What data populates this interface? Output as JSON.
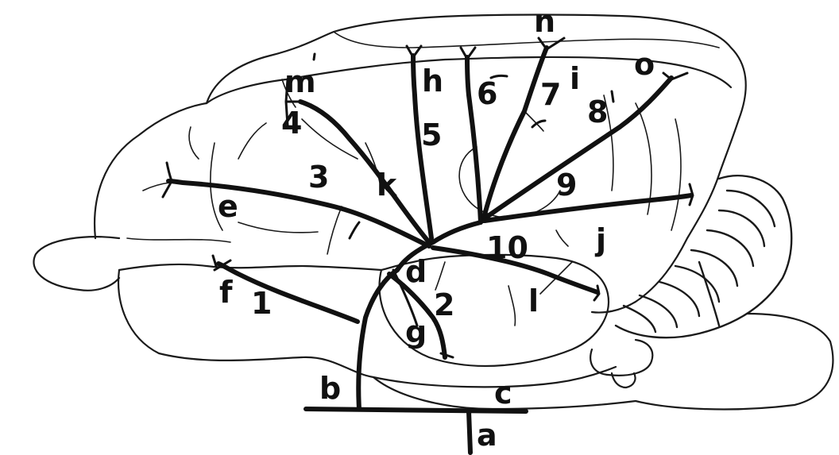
{
  "labels": {
    "a": "a",
    "b": "b",
    "c": "c",
    "d": "d",
    "e": "e",
    "f": "f",
    "g": "g",
    "h": "h",
    "i": "i",
    "j": "j",
    "k": "k",
    "l": "l",
    "m": "m",
    "n": "n",
    "o": "o",
    "n1": "1",
    "n2": "2",
    "n3": "3",
    "n4": "4",
    "n5": "5",
    "n6": "6",
    "n7": "7",
    "n8": "8",
    "n9": "9",
    "n10": "10"
  },
  "colors": {
    "ink": "#111111",
    "background": "#ffffff"
  }
}
